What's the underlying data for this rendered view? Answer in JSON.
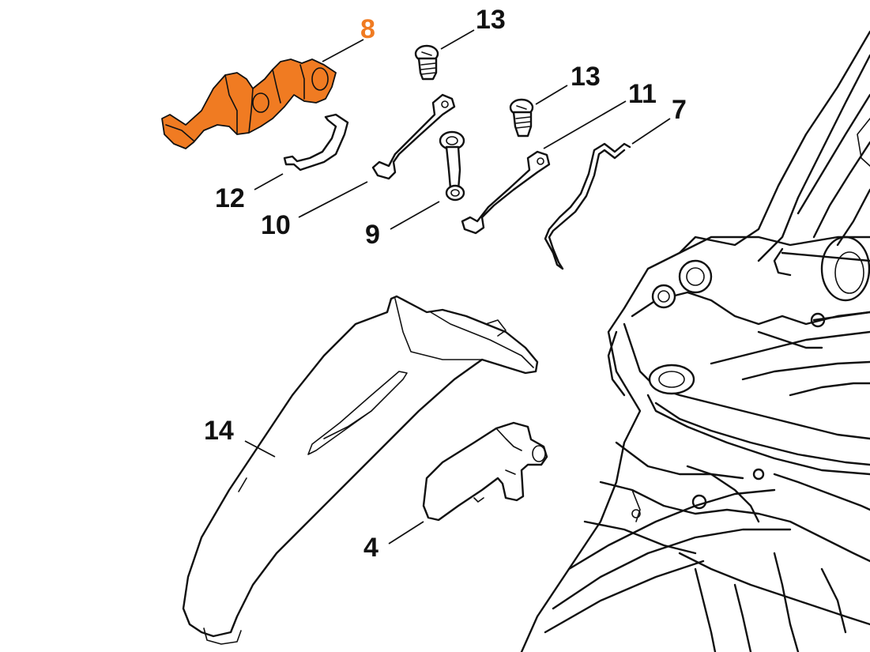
{
  "diagram": {
    "highlight_color": "#f07b22",
    "highlighted_part": "8",
    "callouts": [
      {
        "id": "8",
        "label": "8"
      },
      {
        "id": "13a",
        "label": "13"
      },
      {
        "id": "13b",
        "label": "13"
      },
      {
        "id": "11",
        "label": "11"
      },
      {
        "id": "7",
        "label": "7"
      },
      {
        "id": "12",
        "label": "12"
      },
      {
        "id": "10",
        "label": "10"
      },
      {
        "id": "9",
        "label": "9"
      },
      {
        "id": "14",
        "label": "14"
      },
      {
        "id": "4",
        "label": "4"
      }
    ]
  }
}
